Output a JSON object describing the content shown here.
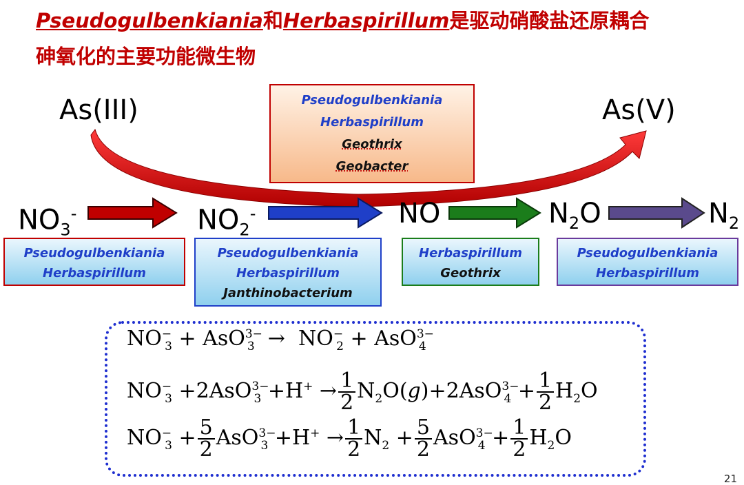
{
  "title": {
    "species1": "Pseudogulbenkiania",
    "conj": "和",
    "species2": "Herbaspirillum",
    "rest_line1": "是驱动硝酸盐还原耦合",
    "line2": "砷氧化的主要功能微生物"
  },
  "arsenic": {
    "from": "As(III)",
    "to": "As(V)",
    "box": [
      "Pseudogulbenkiania",
      "Herbaspirillum",
      "Geothrix",
      "Geobacter"
    ]
  },
  "chain": {
    "no3": {
      "base": "NO",
      "sub": "3",
      "sup": "-"
    },
    "no2": {
      "base": "NO",
      "sub": "2",
      "sup": "-"
    },
    "no": {
      "base": "NO"
    },
    "n2o": {
      "a": "N",
      "sub": "2",
      "b": "O"
    },
    "n2": {
      "base": "N",
      "sub": "2"
    }
  },
  "step_boxes": [
    {
      "lines": [
        "Pseudogulbenkiania",
        "Herbaspirillum"
      ]
    },
    {
      "lines": [
        "Pseudogulbenkiania",
        "Herbaspirillum",
        "Janthinobacterium"
      ]
    },
    {
      "lines": [
        "Herbaspirillum",
        "Geothrix"
      ]
    },
    {
      "lines": [
        "Pseudogulbenkiania",
        "Herbaspirillum"
      ]
    }
  ],
  "equations": {
    "eq1": {
      "t1": "NO",
      "t1sub": "3",
      "t1sup": "−",
      "plus": "+",
      "t2": "AsO",
      "t2sub": "3",
      "t2sup": "3−",
      "arrow": "→",
      "t3": "NO",
      "t3sub": "2",
      "t3sup": "−",
      "t4": "AsO",
      "t4sub": "4",
      "t4sup": "3−"
    },
    "eq2": {
      "t1": "NO",
      "t1sub": "3",
      "t1sup": "−",
      "plus": "+",
      "coef": "2",
      "t2": "AsO",
      "t2sub": "3",
      "t2sup": "3−",
      "h": "H",
      "hsup": "+",
      "arrow": "→",
      "fn": "1",
      "fd": "2",
      "n2o_a": "N",
      "n2o_sub": "2",
      "n2o_b": "O(",
      "g": "g",
      "close": ")",
      "t4": "AsO",
      "t4sub": "4",
      "t4sup": "3−",
      "w_a": "H",
      "w_sub": "2",
      "w_b": "O"
    },
    "eq3": {
      "t1": "NO",
      "t1sub": "3",
      "t1sup": "−",
      "plus": "+",
      "c5": "5",
      "c2": "2",
      "t2": "AsO",
      "t2sub": "3",
      "t2sup": "3−",
      "h": "H",
      "hsup": "+",
      "arrow": "→",
      "one": "1",
      "two": "2",
      "n2": "N",
      "n2sub": "2",
      "t4": "AsO",
      "t4sub": "4",
      "t4sup": "3−",
      "w_a": "H",
      "w_sub": "2",
      "w_b": "O"
    }
  },
  "page_number": "21",
  "colors": {
    "title": "#c00000",
    "species_blue": "#1f3fc8",
    "arrow_red": "#c00000",
    "arrow_blue": "#1f3fc8",
    "arrow_green": "#1b7d1b",
    "arrow_purple": "#5a4a8c",
    "box_border_red": "#c00000",
    "box_border_blue": "#1f3fc8",
    "box_border_green": "#1b7d1b",
    "box_border_purple": "#6a3a9c",
    "eq_border": "#1f2fd0"
  }
}
